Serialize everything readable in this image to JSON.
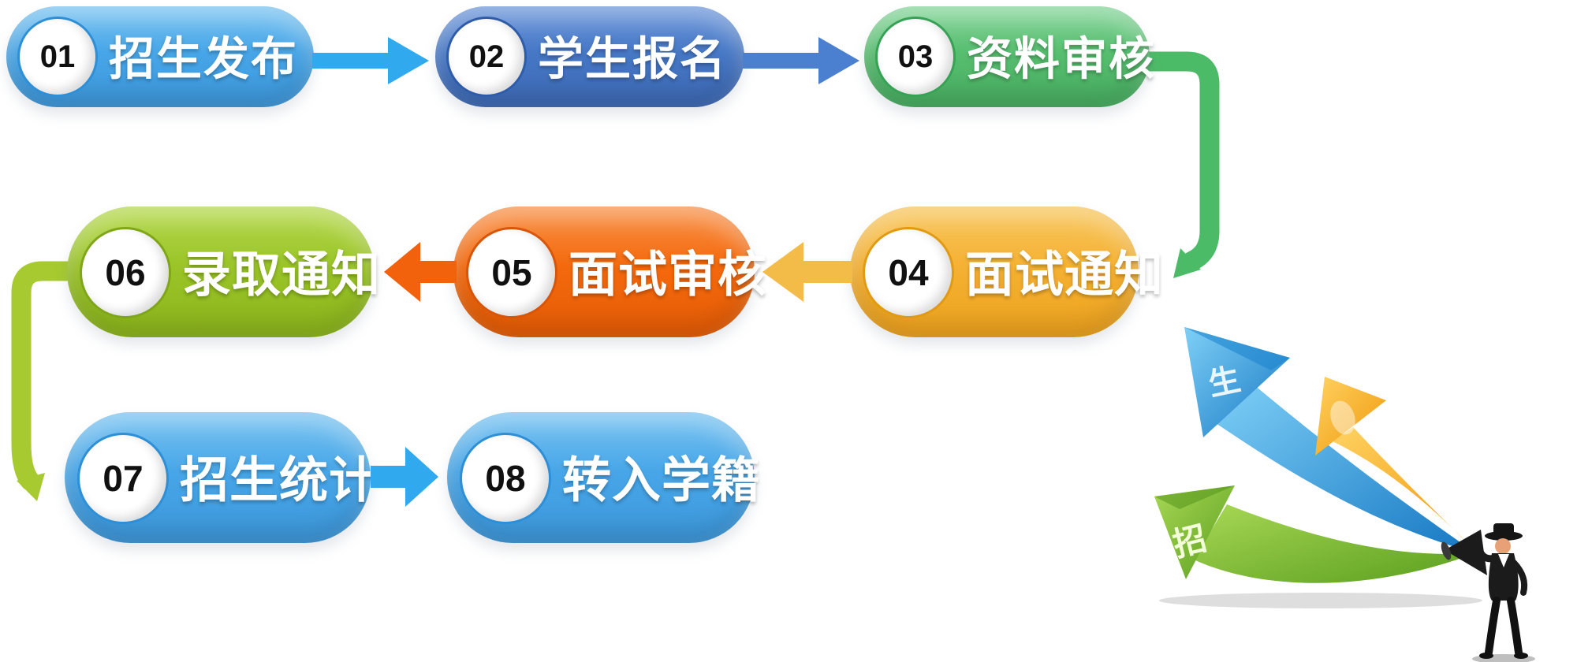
{
  "steps": [
    {
      "number": "01",
      "label": "招生发布",
      "color": "#47A6E8"
    },
    {
      "number": "02",
      "label": "学生报名",
      "color": "#4678C6"
    },
    {
      "number": "03",
      "label": "资料审核",
      "color": "#57BE6F"
    },
    {
      "number": "04",
      "label": "面试通知",
      "color": "#F5B133"
    },
    {
      "number": "05",
      "label": "面试审核",
      "color": "#F4690C"
    },
    {
      "number": "06",
      "label": "录取通知",
      "color": "#9AC427"
    },
    {
      "number": "07",
      "label": "招生统计",
      "color": "#47A6E8"
    },
    {
      "number": "08",
      "label": "转入学籍",
      "color": "#47A6E8"
    }
  ],
  "flow_arrows": {
    "arrow_1_2_color": "#30A9EF",
    "arrow_2_3_color": "#4B7FD0",
    "arrow_4_5_color": "#F3BC49",
    "arrow_5_6_color": "#F2620C",
    "arrow_7_8_color": "#30A9EF",
    "connector_3_4_color": "#4CBB67",
    "connector_6_7_color": "#A6CA2F"
  },
  "decoration": {
    "swoosh_labels": {
      "green": "招",
      "blue": "生",
      "yellow": ""
    },
    "figure": "person-with-megaphone",
    "arrow_colors": {
      "blue": "#2D8FD8",
      "yellow": "#F5A81C",
      "green": "#8CC63E"
    }
  }
}
